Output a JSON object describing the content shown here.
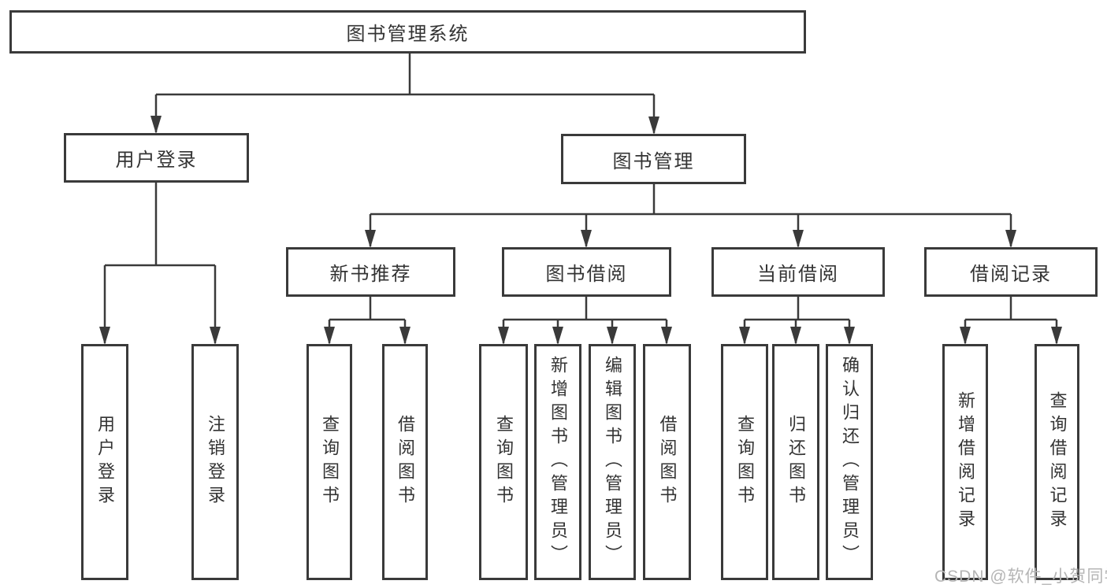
{
  "diagram": {
    "type": "hierarchy-tree",
    "root": {
      "label": "图书管理系统"
    },
    "level2": [
      {
        "label": "用户登录"
      },
      {
        "label": "图书管理"
      }
    ],
    "level3": [
      {
        "label": "新书推荐",
        "parent": "图书管理"
      },
      {
        "label": "图书借阅",
        "parent": "图书管理"
      },
      {
        "label": "当前借阅",
        "parent": "图书管理"
      },
      {
        "label": "借阅记录",
        "parent": "图书管理"
      }
    ],
    "level4": {
      "user_login": [
        "用户登录",
        "注销登录"
      ],
      "new_book": [
        "查询图书",
        "借阅图书"
      ],
      "book_borrow": [
        "查询图书",
        "新增图书（管理员）",
        "编辑图书（管理员）",
        "借阅图书"
      ],
      "current_borrow": [
        "查询图书",
        "归还图书",
        "确认归还（管理员）"
      ],
      "borrow_record": [
        "新增借阅记录",
        "查询借阅记录"
      ]
    }
  },
  "colors": {
    "line": "#3a3a3a",
    "text": "#333333",
    "background": "#ffffff",
    "watermark_text": "#b5b5b5"
  },
  "watermark": {
    "text": "CSDN @软件_小贺同学"
  }
}
